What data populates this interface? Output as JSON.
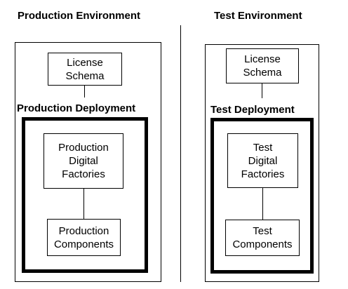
{
  "production": {
    "env_title": "Production Environment",
    "license_label": "License\nSchema",
    "deployment_title": "Production Deployment",
    "factories_label": "Production\nDigital\nFactories",
    "components_label": "Production\nComponents"
  },
  "test": {
    "env_title": "Test Environment",
    "license_label": "License\nSchema",
    "deployment_title": "Test Deployment",
    "factories_label": "Test\nDigital\nFactories",
    "components_label": "Test\nComponents"
  }
}
